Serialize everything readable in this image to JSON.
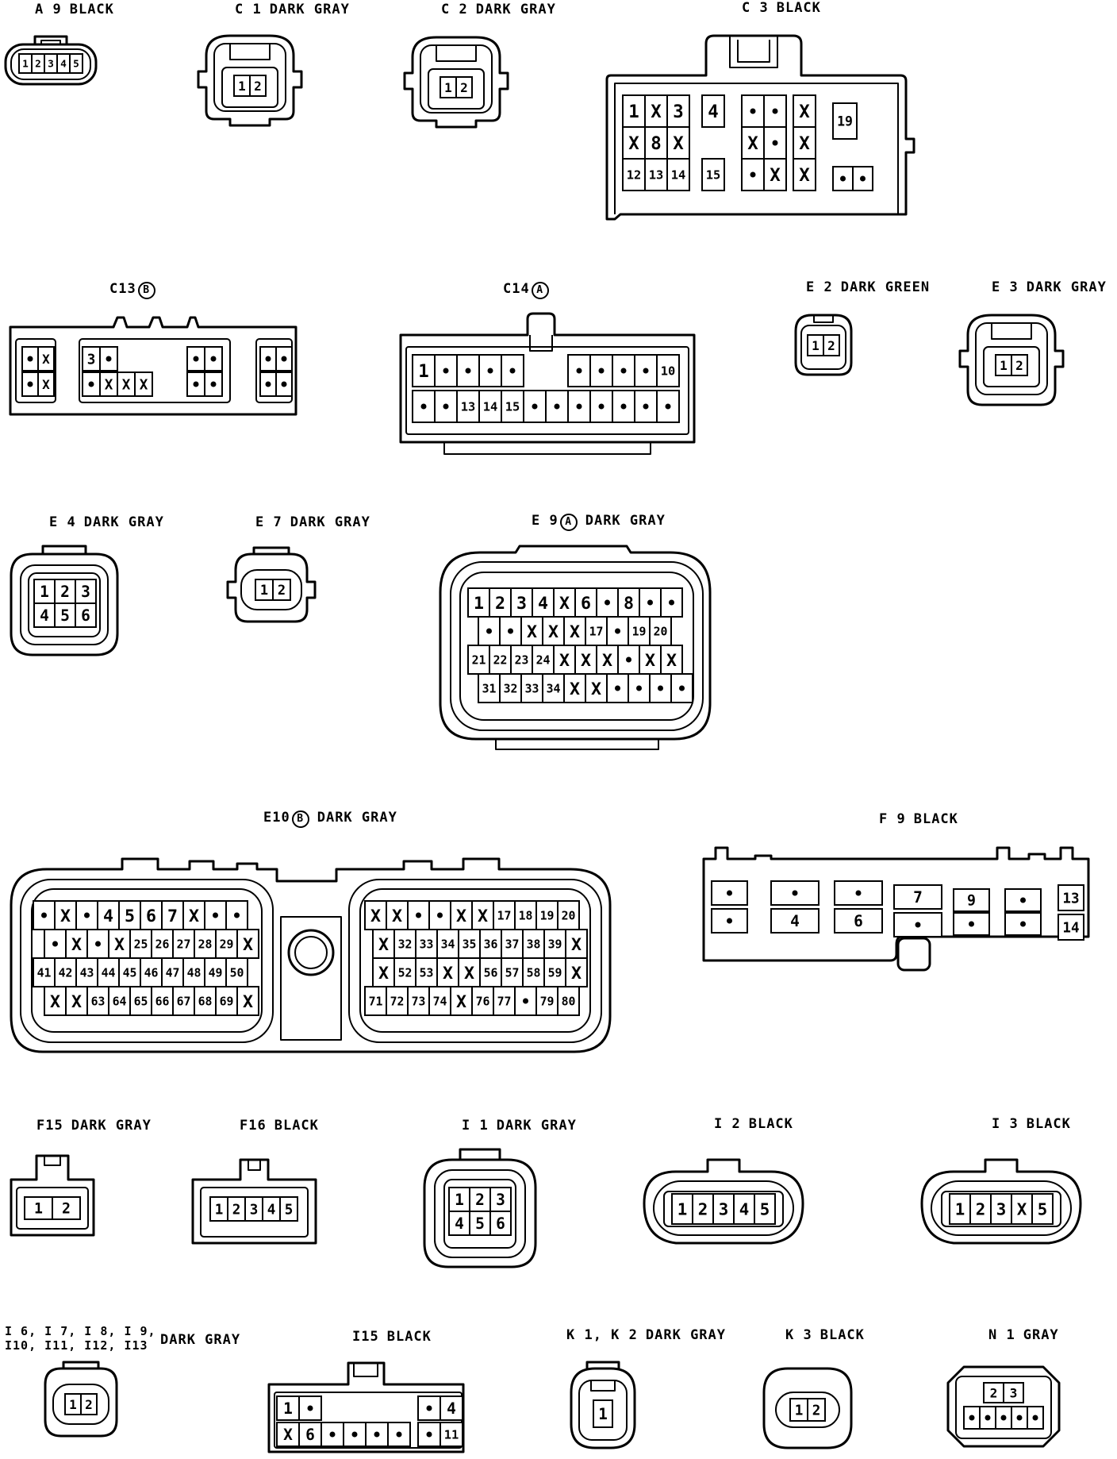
{
  "connectors": {
    "A9": {
      "code": "A 9",
      "color": "BLACK",
      "rows": [
        [
          "1",
          "2",
          "3",
          "4",
          "5"
        ]
      ]
    },
    "C1": {
      "code": "C 1",
      "color": "DARK GRAY",
      "rows": [
        [
          "1",
          "2"
        ]
      ]
    },
    "C2": {
      "code": "C 2",
      "color": "DARK GRAY",
      "rows": [
        [
          "1",
          "2"
        ]
      ]
    },
    "C3": {
      "code": "C 3",
      "color": "BLACK",
      "rows": [
        [
          "1",
          "X",
          "3",
          "",
          "4",
          "",
          "•",
          "•",
          "",
          "X",
          "",
          "19"
        ],
        [
          "X",
          "8",
          "X",
          "",
          "",
          "",
          "X",
          "•",
          "",
          "X",
          "",
          ""
        ],
        [
          "12",
          "13",
          "14",
          "",
          "15",
          "",
          "•",
          "X",
          "",
          "X",
          "•",
          "•"
        ]
      ]
    },
    "C13": {
      "code": "C13",
      "badge": "B",
      "color": "",
      "rows": [
        [
          "•",
          "X",
          "",
          "3",
          "•",
          "",
          "",
          "",
          "",
          "•",
          "•",
          "",
          "•",
          "•"
        ],
        [
          "•",
          "X",
          "",
          "•",
          "X",
          "X",
          "X",
          "",
          "",
          "•",
          "•",
          "",
          "•",
          "•"
        ]
      ]
    },
    "C14": {
      "code": "C14",
      "badge": "A",
      "color": "",
      "rows": [
        [
          "1",
          "•",
          "•",
          "•",
          "•",
          "",
          "",
          "•",
          "•",
          "•",
          "•",
          "10"
        ],
        [
          "•",
          "•",
          "13",
          "14",
          "15",
          "•",
          "•",
          "•",
          "•",
          "•",
          "•",
          "•"
        ]
      ]
    },
    "E2": {
      "code": "E 2",
      "color": "DARK GREEN",
      "rows": [
        [
          "1",
          "2"
        ]
      ]
    },
    "E3": {
      "code": "E 3",
      "color": "DARK GRAY",
      "rows": [
        [
          "1",
          "2"
        ]
      ]
    },
    "E4": {
      "code": "E 4",
      "color": "DARK GRAY",
      "rows": [
        [
          "1",
          "2",
          "3"
        ],
        [
          "4",
          "5",
          "6"
        ]
      ]
    },
    "E7": {
      "code": "E 7",
      "color": "DARK GRAY",
      "rows": [
        [
          "1",
          "2"
        ]
      ]
    },
    "E9": {
      "code": "E 9",
      "badge": "A",
      "color": "DARK GRAY",
      "rows": [
        [
          "1",
          "2",
          "3",
          "4",
          "X",
          "6",
          "•",
          "8",
          "•",
          "•"
        ],
        [
          "•",
          "•",
          "X",
          "X",
          "X",
          "17",
          "•",
          "19",
          "20"
        ],
        [
          "21",
          "22",
          "23",
          "24",
          "X",
          "X",
          "X",
          "•",
          "X",
          "X"
        ],
        [
          "31",
          "32",
          "33",
          "34",
          "X",
          "X",
          "•",
          "•",
          "•",
          "•"
        ]
      ]
    },
    "E10": {
      "code": "E10",
      "badge": "B",
      "color": "DARK GRAY",
      "left": [
        [
          "•",
          "X",
          "•",
          "4",
          "5",
          "6",
          "7",
          "X",
          "•",
          "•"
        ],
        [
          "•",
          "X",
          "•",
          "X",
          "25",
          "26",
          "27",
          "28",
          "29",
          "X"
        ],
        [
          "41",
          "42",
          "43",
          "44",
          "45",
          "46",
          "47",
          "48",
          "49",
          "50"
        ],
        [
          "X",
          "X",
          "63",
          "64",
          "65",
          "66",
          "67",
          "68",
          "69",
          "X"
        ]
      ],
      "right": [
        [
          "X",
          "X",
          "•",
          "•",
          "X",
          "X",
          "17",
          "18",
          "19",
          "20"
        ],
        [
          "X",
          "32",
          "33",
          "34",
          "35",
          "36",
          "37",
          "38",
          "39",
          "X"
        ],
        [
          "X",
          "52",
          "53",
          "X",
          "X",
          "56",
          "57",
          "58",
          "59",
          "X"
        ],
        [
          "71",
          "72",
          "73",
          "74",
          "X",
          "76",
          "77",
          "•",
          "79",
          "80"
        ]
      ]
    },
    "F9": {
      "code": "F 9",
      "color": "BLACK",
      "cells": [
        "•",
        "•",
        "•",
        "4",
        "•",
        "6",
        "7",
        "•",
        "9",
        "•",
        "•",
        "•",
        "13",
        "14"
      ]
    },
    "F15": {
      "code": "F15",
      "color": "DARK GRAY",
      "rows": [
        [
          "1",
          "2"
        ]
      ]
    },
    "F16": {
      "code": "F16",
      "color": "BLACK",
      "rows": [
        [
          "1",
          "2",
          "3",
          "4",
          "5"
        ]
      ]
    },
    "I1": {
      "code": "I 1",
      "color": "DARK GRAY",
      "rows": [
        [
          "1",
          "2",
          "3"
        ],
        [
          "4",
          "5",
          "6"
        ]
      ]
    },
    "I2": {
      "code": "I 2",
      "color": "BLACK",
      "rows": [
        [
          "1",
          "2",
          "3",
          "4",
          "5"
        ]
      ]
    },
    "I3": {
      "code": "I 3",
      "color": "BLACK",
      "rows": [
        [
          "1",
          "2",
          "3",
          "X",
          "5"
        ]
      ]
    },
    "I6": {
      "code_line1": "I 6, I 7, I 8, I 9,",
      "code_line2": "I10, I11, I12, I13",
      "color": "DARK GRAY",
      "rows": [
        [
          "1",
          "2"
        ]
      ]
    },
    "I15": {
      "code": "I15",
      "color": "BLACK",
      "rows": [
        [
          "1",
          "•",
          "",
          "",
          "",
          "",
          "•",
          "4"
        ],
        [
          "X",
          "6",
          "•",
          "•",
          "•",
          "•",
          "•",
          "11"
        ]
      ]
    },
    "K1": {
      "code": "K 1, K 2",
      "color": "DARK GRAY",
      "rows": [
        [
          "1"
        ]
      ]
    },
    "K3": {
      "code": "K 3",
      "color": "BLACK",
      "rows": [
        [
          "1",
          "2"
        ]
      ]
    },
    "N1": {
      "code": "N 1",
      "color": "GRAY",
      "rows": [
        [
          "2",
          "3"
        ],
        [
          "•",
          "•",
          "•",
          "•",
          "•"
        ]
      ]
    }
  }
}
